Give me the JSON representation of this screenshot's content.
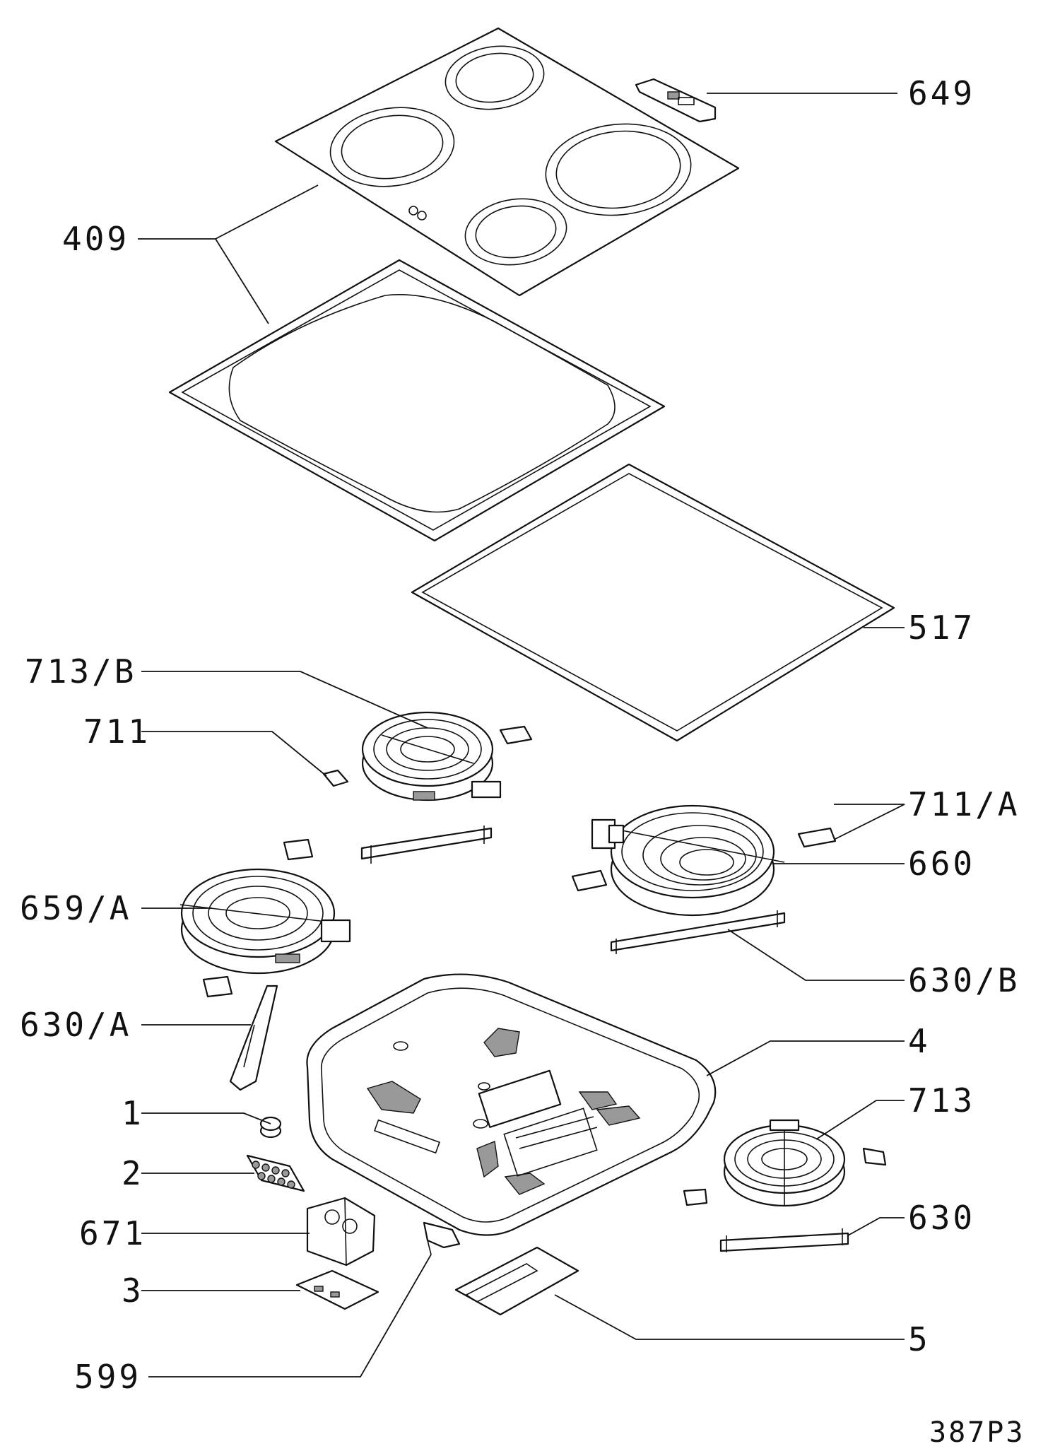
{
  "labels": {
    "p649": "649",
    "p409": "409",
    "p517": "517",
    "p713b": "713/B",
    "p711": "711",
    "p711a": "711/A",
    "p660": "660",
    "p659a": "659/A",
    "p630b": "630/B",
    "p630a": "630/A",
    "p4": "4",
    "p1": "1",
    "p713": "713",
    "p2": "2",
    "p630": "630",
    "p671": "671",
    "p3": "3",
    "p5": "5",
    "p599": "599"
  },
  "drawing_code": "387P3"
}
